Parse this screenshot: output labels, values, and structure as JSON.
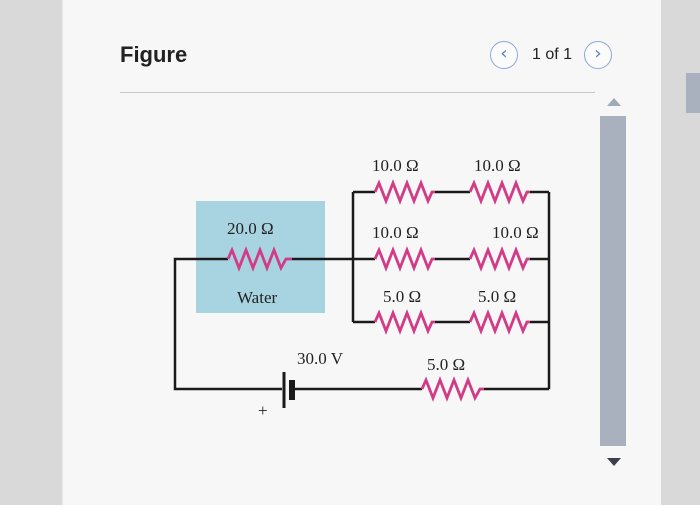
{
  "header": {
    "title": "Figure",
    "pager_text": "1 of 1",
    "prev_icon": "chevron-left-icon",
    "next_icon": "chevron-right-icon"
  },
  "colors": {
    "resistor": "#d23b86",
    "water_box": "#a8d4e2",
    "wire": "#1a1a1a",
    "accent": "#8da9d6"
  },
  "circuit": {
    "water_resistor": "20.0 Ω",
    "water_label": "Water",
    "top_row": [
      "10.0 Ω",
      "10.0 Ω"
    ],
    "middle_row": [
      "10.0 Ω",
      "10.0 Ω"
    ],
    "bottom_row": [
      "5.0 Ω",
      "5.0 Ω"
    ],
    "series_resistor": "5.0 Ω",
    "battery_voltage": "30.0 V",
    "battery_polarity": "+"
  }
}
